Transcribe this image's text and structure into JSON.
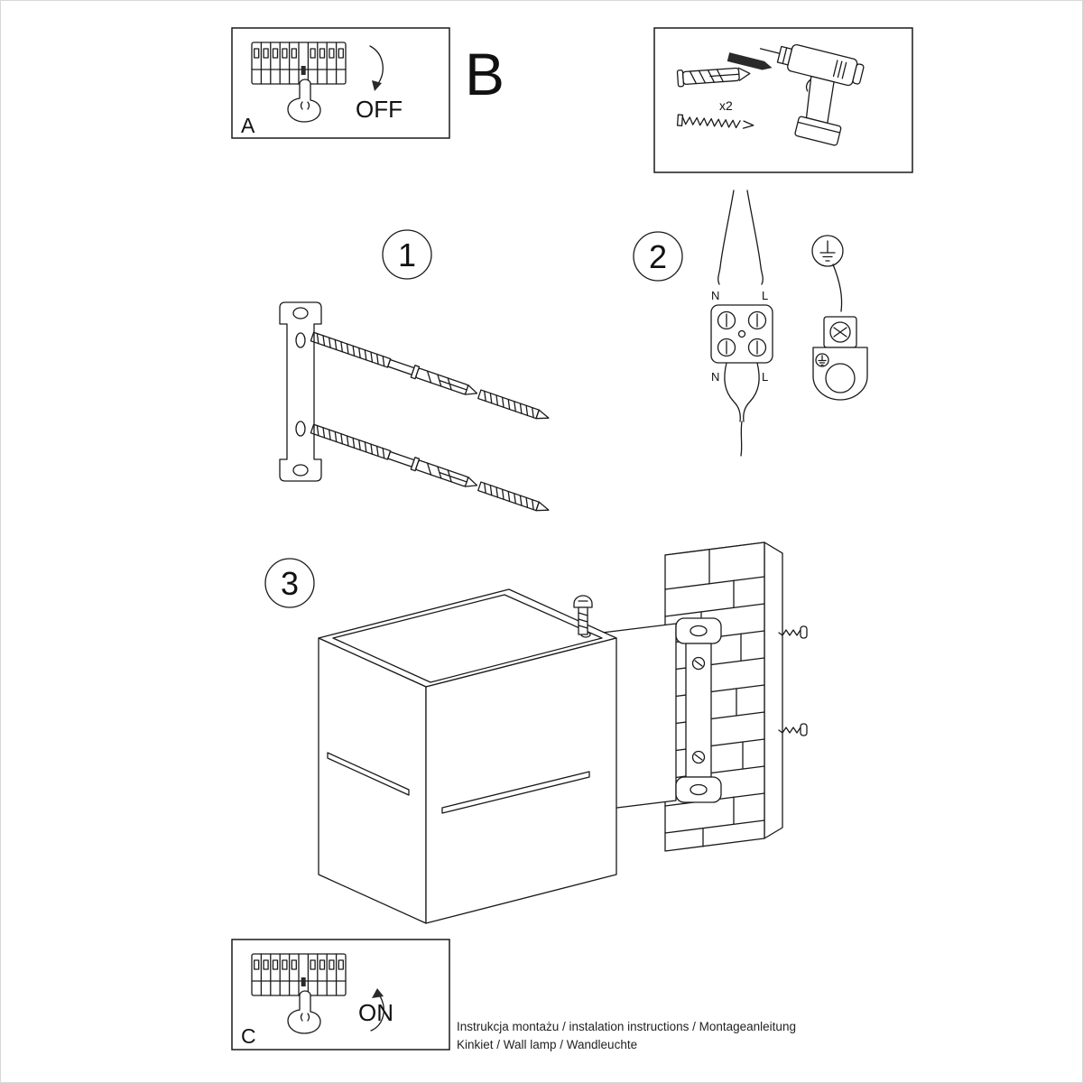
{
  "panels": {
    "a": {
      "label": "A",
      "action": "OFF"
    },
    "b": {
      "label": "B"
    },
    "tools": {
      "quantity": "x2"
    },
    "step1": {
      "number": "1"
    },
    "step2": {
      "number": "2",
      "terminals": {
        "top_left": "N",
        "top_right": "L",
        "bottom_left": "N",
        "bottom_right": "L"
      }
    },
    "step3": {
      "number": "3"
    },
    "c": {
      "label": "C",
      "action": "ON"
    }
  },
  "footer": {
    "line1": "Instrukcja montażu / instalation instructions / Montageanleitung",
    "line2": "Kinkiet / Wall lamp / Wandleuchte"
  },
  "colors": {
    "line": "#1a1a1a",
    "background": "#ffffff"
  }
}
